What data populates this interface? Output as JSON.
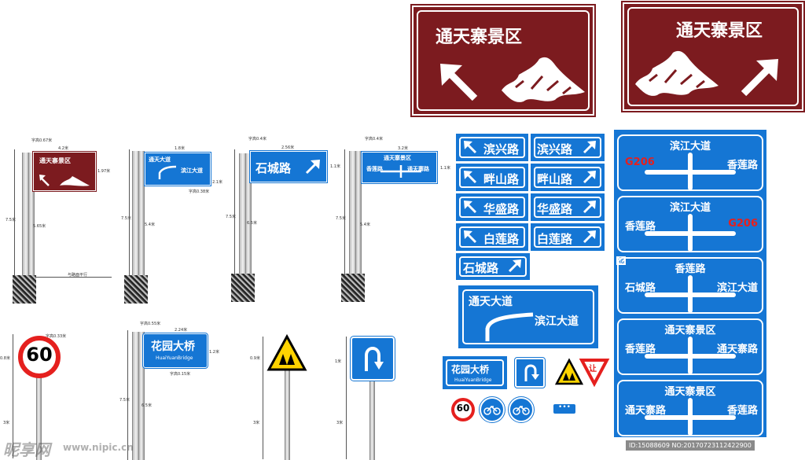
{
  "big_signs": {
    "left": {
      "title": "通天寨景区",
      "arrow": "up-left"
    },
    "right": {
      "title": "通天寨景区",
      "arrow": "up-right"
    }
  },
  "elevations": {
    "e1": {
      "title": "通天寨景区",
      "top_dim": "字高0.67米",
      "w_dim": "4.2米",
      "h_dim": "1.97米",
      "pole_h": "7.5米",
      "pole_h2": "5.65米",
      "ground": "与路面平行"
    },
    "e2": {
      "title_top": "通天大道",
      "title_right": "滨江大道",
      "top_dim": "1.8米",
      "w_dim": "2.1米",
      "sub_dim": "字高0.38米",
      "pole_h": "7.5米",
      "pole_h2": "5.4米"
    },
    "e3": {
      "title": "石城路",
      "top_dim": "字高0.4米",
      "w_dim": "2.56米",
      "h_dim": "1.1米",
      "pole_h": "7.5米",
      "pole_h2": "6.5米"
    },
    "e4": {
      "title": "通天寨景区",
      "left": "香莲路",
      "right": "通天寨路",
      "top_dim": "字高0.4米",
      "w_dim": "3.2米",
      "h_dim": "1.1米",
      "pole_h": "7.5米",
      "pole_h2": "5.4米"
    }
  },
  "lower_elev": {
    "l1": {
      "speed": "60",
      "top_dim": "字高0.33米",
      "h1": "0.8米",
      "h2": "3米"
    },
    "l2": {
      "title": "花园大桥",
      "sub": "HuaiYuanBridge",
      "top_dim": "字高0.55米",
      "w_dim": "2.24米",
      "h_dim": "1.2米",
      "sub_dim": "字高0.15米",
      "pole_h": "7.5米",
      "pole_h2": "6.5米"
    },
    "l3": {
      "h1": "0.9米",
      "h2": "3米"
    },
    "l4": {
      "h1": "1米",
      "h2": "3米"
    }
  },
  "road_grid": [
    {
      "left": "滨兴路",
      "right": "滨兴路"
    },
    {
      "left": "畔山路",
      "right": "畔山路"
    },
    {
      "left": "华盛路",
      "right": "华盛路"
    },
    {
      "left": "白莲路",
      "right": "白莲路"
    }
  ],
  "shicheng": "石城路",
  "tongtian": {
    "top": "通天大道",
    "right": "滨江大道"
  },
  "small": {
    "bridge_cn": "花园大桥",
    "bridge_en": "HuaiYuanBridge",
    "speed": "60",
    "yield": "让",
    "dots": "•••"
  },
  "right_column": [
    {
      "top": "滨江大道",
      "left": "G206",
      "right": "香莲路",
      "left_red": true,
      "right_red": false
    },
    {
      "top": "滨江大道",
      "left": "香莲路",
      "right": "G206",
      "left_red": false,
      "right_red": true
    },
    {
      "top": "香莲路",
      "left": "石城路",
      "right": "滨江大道",
      "left_red": false,
      "right_red": false
    },
    {
      "top": "通天寨景区",
      "left": "香莲路",
      "right": "通天寨路",
      "left_red": false,
      "right_red": false
    },
    {
      "top": "通天寨景区",
      "left": "通天寨路",
      "right": "香莲路",
      "left_red": false,
      "right_red": false
    }
  ],
  "north_label": "北",
  "watermark": {
    "logo": "昵享网",
    "url": "www.nipic.cn",
    "id": "ID:15088609 NO:20170723112422900"
  },
  "colors": {
    "brown": "#7c1b1f",
    "blue": "#1576d4",
    "red": "#e5201e"
  }
}
